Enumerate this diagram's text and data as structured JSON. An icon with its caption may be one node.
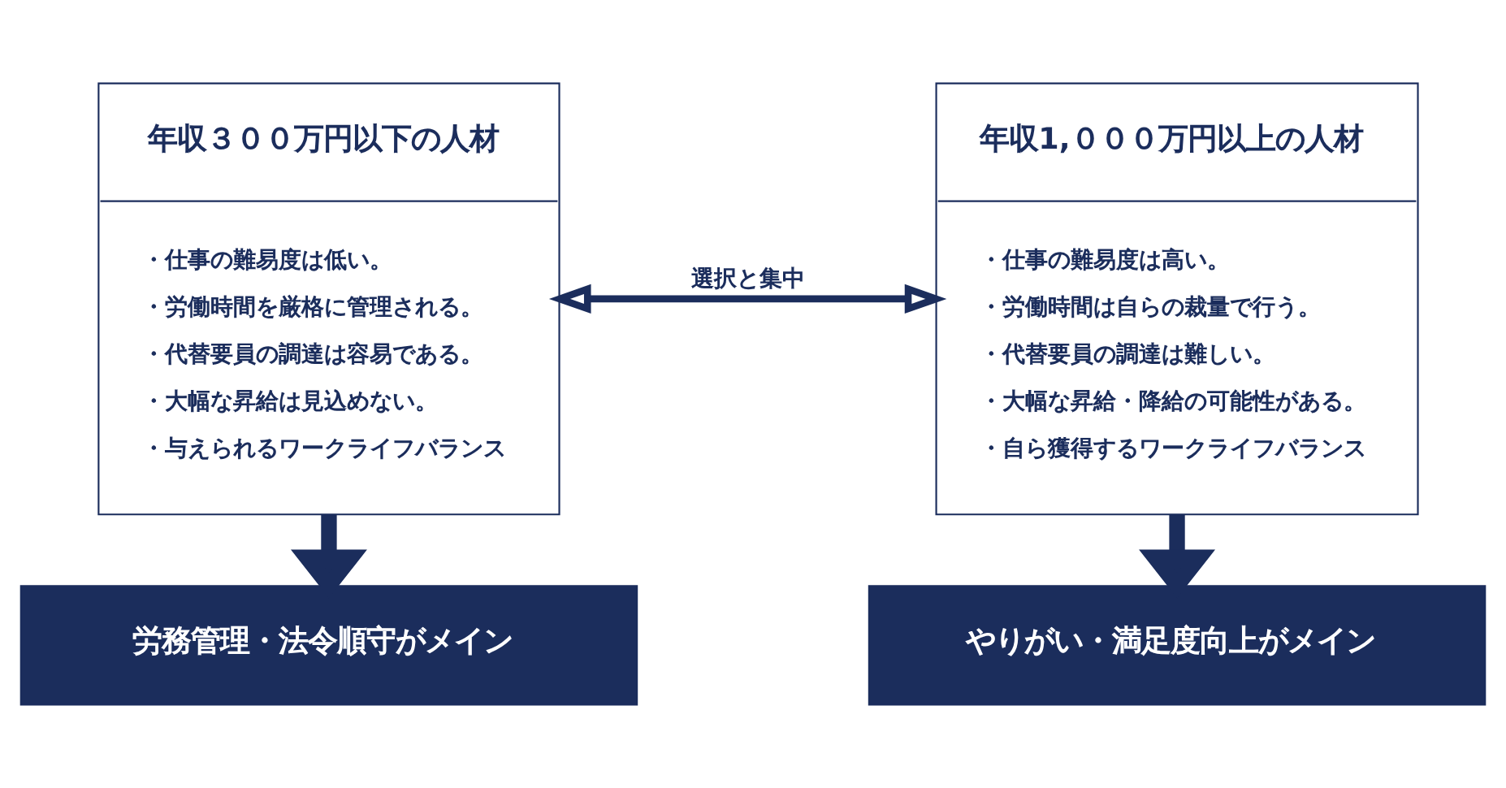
{
  "diagram": {
    "nodes": [
      {
        "text": [
          "年収３００万円以下の人材",
          "・仕事の難易度は低い。",
          "・労働時間を厳格に管理される。",
          "・代替要員の調達は容易である。",
          "・大幅な昇給は見込めない。",
          "・与えられるワークライフバランス"
        ]
      },
      {
        "text": [
          "年収1,０００万円以上の人材",
          "・仕事の難易度は高い。",
          "・労働時間は自らの裁量で行う。",
          "・代替要員の調達は難しい。",
          "・大幅な昇給・降給の可能性がある。",
          "・自ら獲得するワークライフバランス"
        ]
      },
      {
        "text": [
          "労務管理・法令順守がメイン"
        ]
      },
      {
        "text": [
          "やりがい・満足度向上がメイン"
        ]
      }
    ],
    "edges": [
      {
        "from": 0,
        "to": 1,
        "arrow": "both",
        "label": "選択と集中"
      },
      {
        "from": 0,
        "to": 2,
        "arrow": "to"
      },
      {
        "from": 1,
        "to": 3,
        "arrow": "to"
      }
    ]
  }
}
